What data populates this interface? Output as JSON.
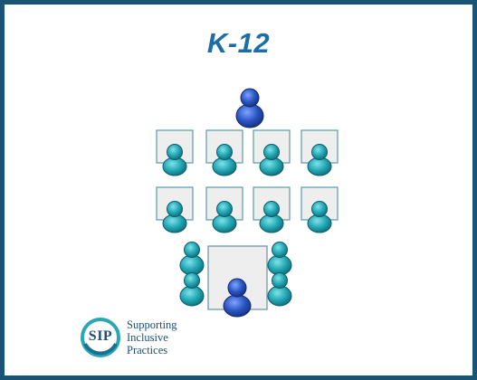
{
  "title": "K-12",
  "logo": {
    "abbreviation": "SIP",
    "lines": [
      "Supporting",
      "Inclusive",
      "Practices"
    ]
  },
  "colors": {
    "frame": "#1a5474",
    "title": "#1a6fa8",
    "teacher": "#1f4fb3",
    "student": "#1e8f9c",
    "desk_fill": "#eeeeee",
    "desk_stroke": "#5b9aa8",
    "logo_ring": "#2aa7b5"
  },
  "icons": {
    "teacher": "person-icon",
    "student": "person-icon"
  }
}
